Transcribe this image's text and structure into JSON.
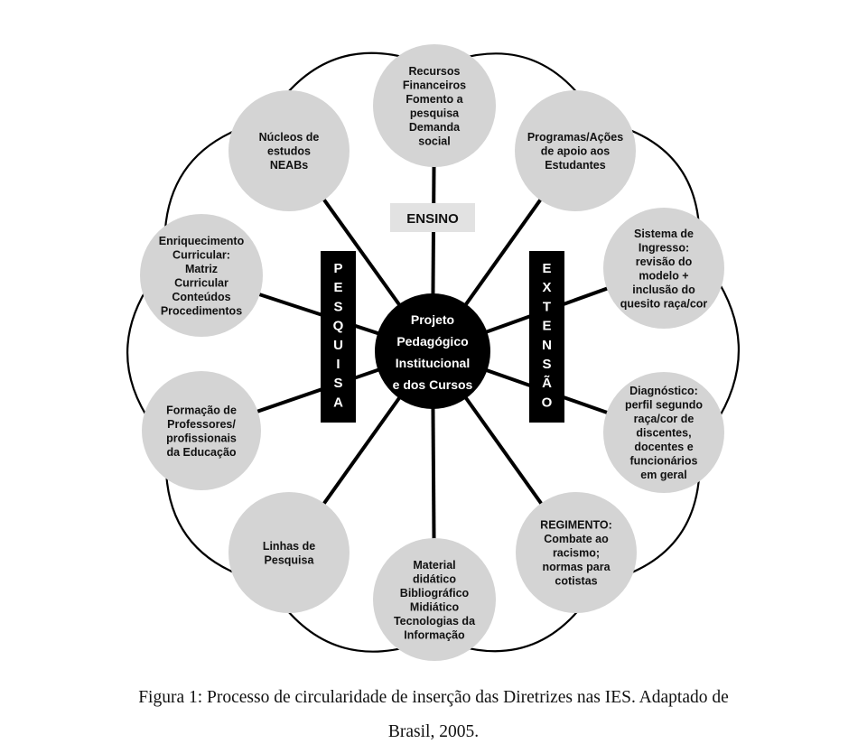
{
  "center": {
    "lines": [
      "Projeto",
      "Pedagógico",
      "Institucional",
      "e dos Cursos"
    ]
  },
  "labels": {
    "ensino": "ENSINO",
    "pesquisa": [
      "P",
      "E",
      "S",
      "Q",
      "U",
      "I",
      "S",
      "A"
    ],
    "extensao": [
      "E",
      "X",
      "T",
      "E",
      "N",
      "S",
      "Ã",
      "O"
    ]
  },
  "nodes": [
    {
      "id": "recursos",
      "lines": [
        "Recursos",
        "Financeiros",
        "Fomento a",
        "pesquisa",
        "Demanda",
        "social"
      ]
    },
    {
      "id": "programas",
      "lines": [
        "Programas/Ações",
        "de apoio aos",
        "Estudantes"
      ]
    },
    {
      "id": "sistema",
      "lines": [
        "Sistema de",
        "Ingresso:",
        "revisão do",
        "modelo +",
        "inclusão do",
        "quesito raça/cor"
      ]
    },
    {
      "id": "diagnostico",
      "lines": [
        "Diagnóstico:",
        "perfil segundo",
        "raça/cor de",
        "discentes,",
        "docentes e",
        "funcionários",
        "em geral"
      ]
    },
    {
      "id": "regimento",
      "lines": [
        "REGIMENTO:",
        "Combate ao",
        "racismo;",
        "normas para",
        "cotistas"
      ]
    },
    {
      "id": "material",
      "lines": [
        "Material",
        "didático",
        "Bibliográfico",
        "Midiático",
        "Tecnologias da",
        "Informação"
      ]
    },
    {
      "id": "linhas",
      "lines": [
        "Linhas de",
        "Pesquisa"
      ]
    },
    {
      "id": "formacao",
      "lines": [
        "Formação de",
        "Professores/",
        "profissionais",
        "da Educação"
      ]
    },
    {
      "id": "enriquecimento",
      "lines": [
        "Enriquecimento",
        "Curricular:",
        "Matriz",
        "Curricular",
        "Conteúdos",
        "Procedimentos"
      ]
    },
    {
      "id": "nucleos",
      "lines": [
        "Núcleos de",
        "estudos",
        "NEABs"
      ]
    }
  ],
  "caption": {
    "line1": "Figura 1: Processo de circularidade de inserção das Diretrizes nas IES. Adaptado de",
    "line2": "Brasil, 2005."
  },
  "colors": {
    "node_fill": "#d4d4d4",
    "center_fill": "#000000",
    "bar_fill": "#000000",
    "spoke": "#000000",
    "ensino_bg": "#e2e2e2"
  }
}
